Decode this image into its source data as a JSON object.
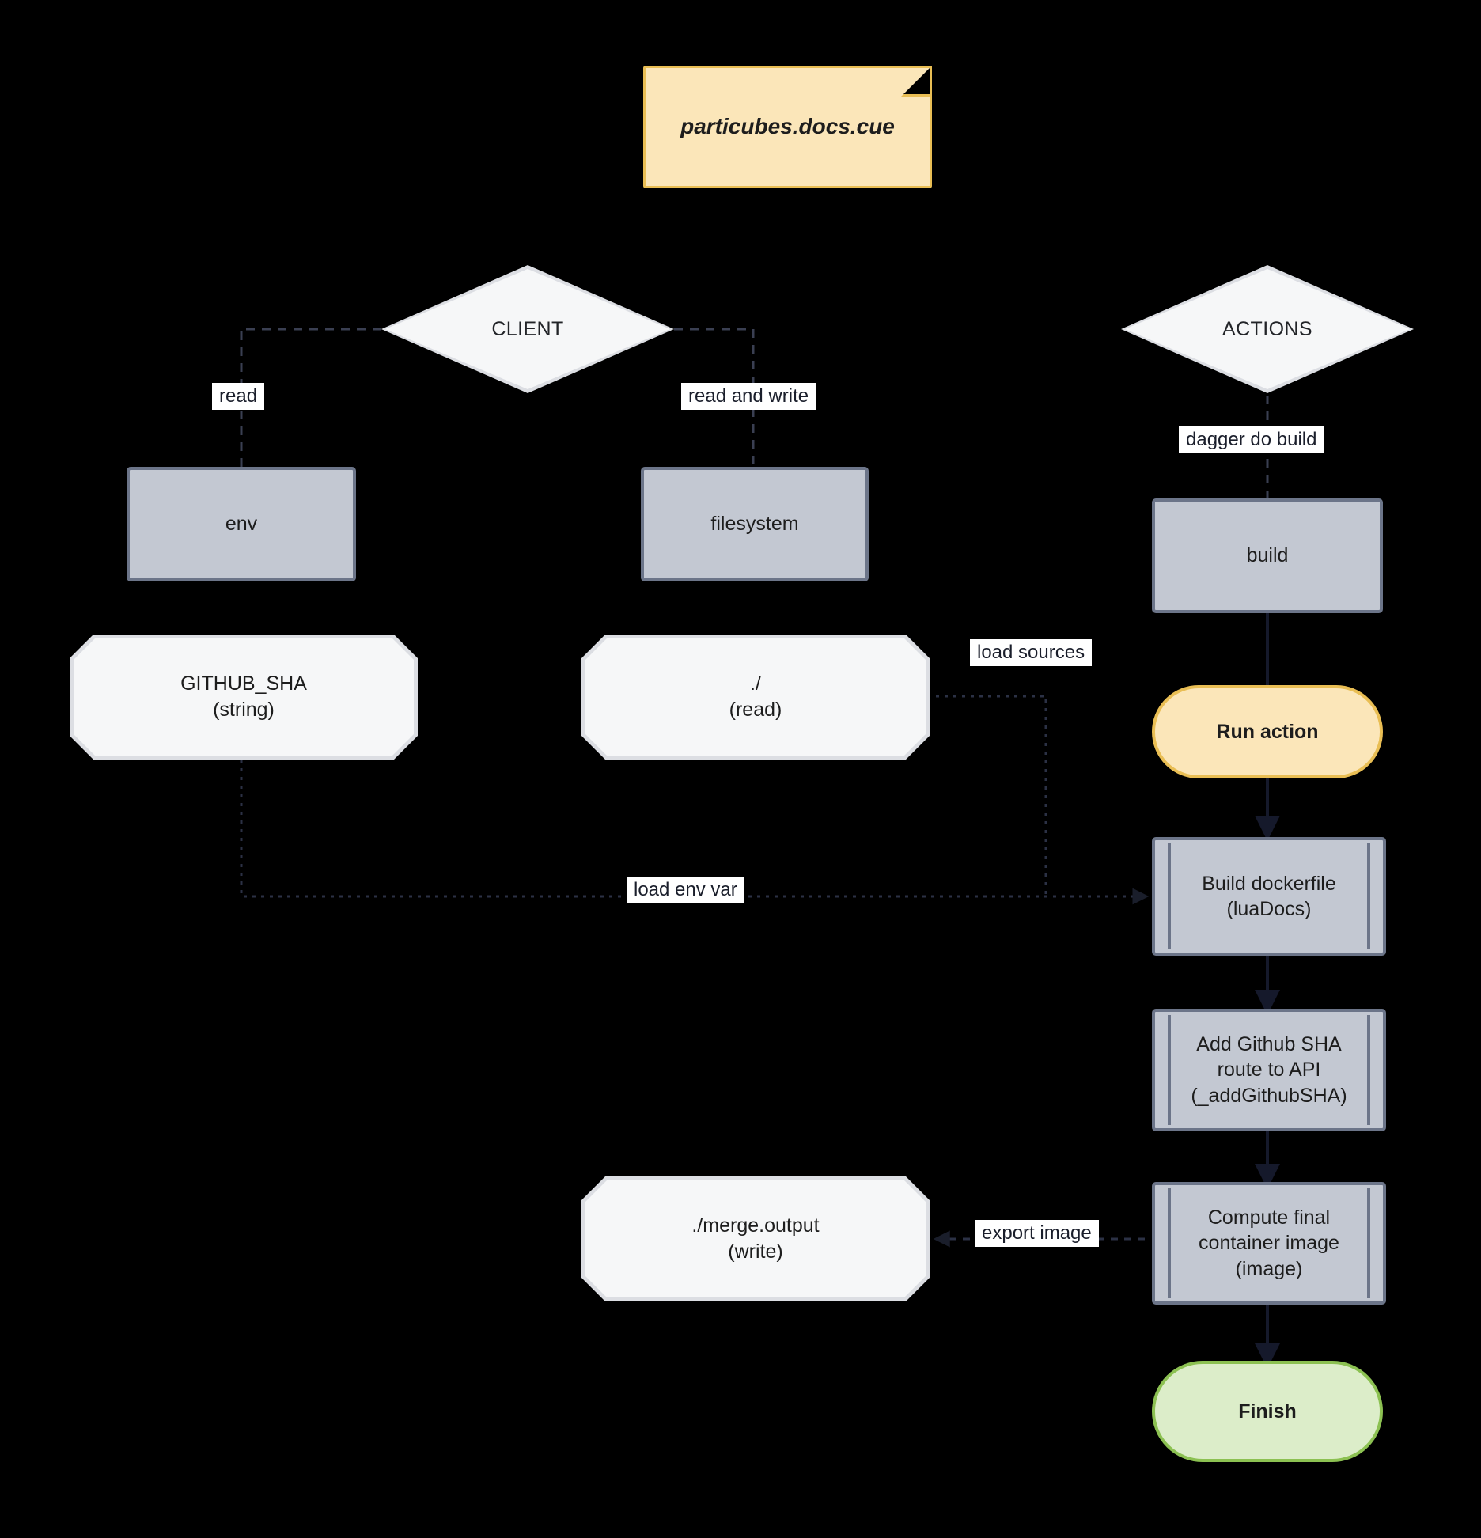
{
  "diagram": {
    "title_note": "particubes.docs.cue",
    "background": "#000000",
    "palette": {
      "note_fill": "#FBE6B9",
      "note_border": "#E9BE54",
      "process_fill": "#C3C8D2",
      "process_border": "#6C7589",
      "shape_fill": "#F6F7F8",
      "shape_border": "#DCDEE3",
      "finish_fill": "#DCEDC9",
      "finish_border": "#8CC152",
      "edge_color": "#1a1e2b",
      "label_bg": "#FFFFFF"
    },
    "nodes": {
      "note": {
        "label": "particubes.docs.cue",
        "shape": "note"
      },
      "client": {
        "label": "CLIENT",
        "shape": "diamond"
      },
      "actions": {
        "label": "ACTIONS",
        "shape": "diamond"
      },
      "env": {
        "label": "env",
        "shape": "process"
      },
      "filesystem": {
        "label": "filesystem",
        "shape": "process"
      },
      "build": {
        "label": "build",
        "shape": "process"
      },
      "github_sha": {
        "label": "GITHUB_SHA\n(string)",
        "shape": "octagon"
      },
      "dot_read": {
        "label": "./\n(read)",
        "shape": "octagon"
      },
      "merge_output": {
        "label": "./merge.output\n(write)",
        "shape": "octagon"
      },
      "run_action": {
        "label": "Run action",
        "shape": "stadium-orange"
      },
      "build_dockerfile": {
        "label": "Build dockerfile\n(luaDocs)",
        "shape": "subroutine"
      },
      "add_github_sha": {
        "label": "Add Github SHA\nroute to API\n(_addGithubSHA)",
        "shape": "subroutine"
      },
      "compute_image": {
        "label": "Compute final\ncontainer image\n(image)",
        "shape": "subroutine"
      },
      "finish": {
        "label": "Finish",
        "shape": "stadium-green"
      }
    },
    "edges": [
      {
        "id": "client-env",
        "label": "read",
        "from": "client",
        "to": "env",
        "style": "dashed"
      },
      {
        "id": "client-filesystem",
        "label": "read and write",
        "from": "client",
        "to": "filesystem",
        "style": "dashed"
      },
      {
        "id": "actions-build",
        "label": "dagger do build",
        "from": "actions",
        "to": "build",
        "style": "dashed"
      },
      {
        "id": "dotread-builddockerfile",
        "label": "load sources",
        "from": "dot_read",
        "to": "build_dockerfile",
        "style": "dotted"
      },
      {
        "id": "githubsha-builddockerfile",
        "label": "load env var",
        "from": "github_sha",
        "to": "build_dockerfile",
        "style": "dotted"
      },
      {
        "id": "computeimage-mergeoutput",
        "label": "export image",
        "from": "compute_image",
        "to": "merge_output",
        "style": "dashed"
      },
      {
        "id": "build-runaction",
        "label": "",
        "from": "build",
        "to": "run_action",
        "style": "solid"
      },
      {
        "id": "runaction-builddockerfile",
        "label": "",
        "from": "run_action",
        "to": "build_dockerfile",
        "style": "solid"
      },
      {
        "id": "builddockerfile-addsha",
        "label": "",
        "from": "build_dockerfile",
        "to": "add_github_sha",
        "style": "solid"
      },
      {
        "id": "addsha-computeimage",
        "label": "",
        "from": "add_github_sha",
        "to": "compute_image",
        "style": "solid"
      },
      {
        "id": "computeimage-finish",
        "label": "",
        "from": "compute_image",
        "to": "finish",
        "style": "solid"
      }
    ],
    "edge_labels": {
      "read": "read",
      "read_and_write": "read and write",
      "dagger_do_build": "dagger do build",
      "load_sources": "load sources",
      "load_env_var": "load env var",
      "export_image": "export image"
    }
  }
}
